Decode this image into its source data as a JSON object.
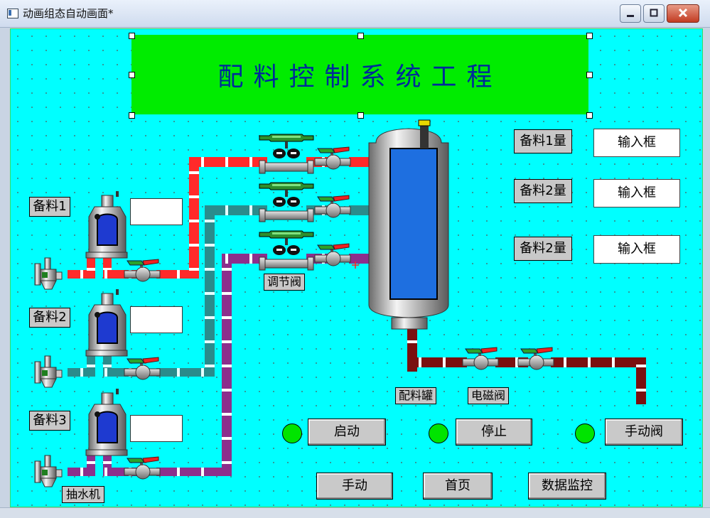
{
  "window": {
    "title": "动画组态自动画面*",
    "controls": [
      "minimize-icon",
      "maximize-icon",
      "close-icon"
    ]
  },
  "banner": {
    "title": "配料控制系统工程",
    "color": "#00ec00"
  },
  "materials": [
    {
      "label": "备料1"
    },
    {
      "label": "备料2"
    },
    {
      "label": "备料3"
    }
  ],
  "settings": [
    {
      "label": "备料1量",
      "input": "输入框"
    },
    {
      "label": "备料2量",
      "input": "输入框"
    },
    {
      "label": "备料2量",
      "input": "输入框"
    }
  ],
  "component_labels": {
    "regulating_valve": "调节阀",
    "mixing_tank": "配料罐",
    "solenoid_valve": "电磁阀",
    "pump": "抽水机"
  },
  "control_buttons": {
    "start": "启动",
    "stop": "停止",
    "manual_valve": "手动阀",
    "manual": "手动",
    "home": "首页",
    "data_monitor": "数据监控"
  },
  "colors": {
    "background": "#00ffff",
    "pipe1": "#ff3b3b",
    "pipe2": "#2a8c8c",
    "pipe3": "#8c2f8c",
    "outlet_pipe": "#7a1010",
    "lamp": "#00e400",
    "tank_liquid": "#1e6fe0"
  }
}
